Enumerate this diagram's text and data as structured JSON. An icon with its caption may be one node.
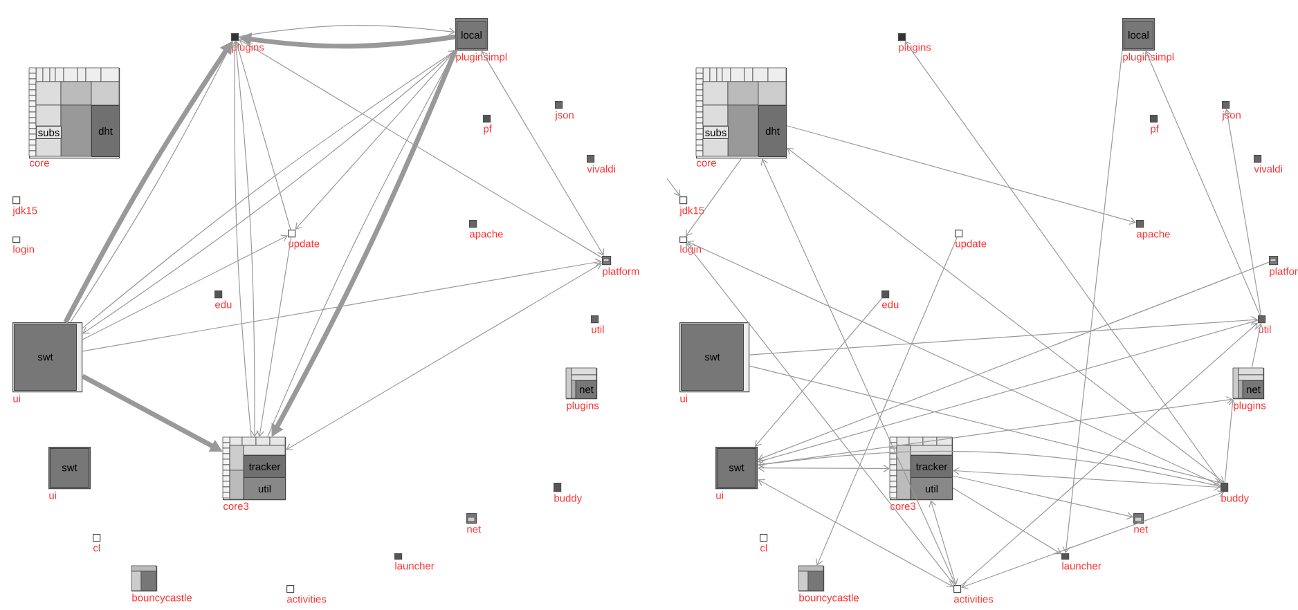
{
  "diagram": {
    "nodes": [
      {
        "text": [
          "plugins"
        ]
      },
      {
        "text": [
          "pluginsimpl"
        ]
      },
      {
        "text": [
          "local"
        ],
        "in": 1
      },
      {
        "text": [
          "core"
        ]
      },
      {
        "text": [
          "subs"
        ],
        "in": 3
      },
      {
        "text": [
          "dht"
        ],
        "in": 3
      },
      {
        "text": [
          "pf"
        ]
      },
      {
        "text": [
          "json"
        ]
      },
      {
        "text": [
          "vivaldi"
        ]
      },
      {
        "text": [
          "jdk15"
        ]
      },
      {
        "text": [
          "login"
        ]
      },
      {
        "text": [
          "update"
        ]
      },
      {
        "text": [
          "apache"
        ]
      },
      {
        "text": [
          "platform"
        ]
      },
      {
        "text": [
          "edu"
        ]
      },
      {
        "text": [
          "ui"
        ]
      },
      {
        "text": [
          "swt"
        ],
        "in": 15
      },
      {
        "text": [
          "util"
        ]
      },
      {
        "text": [
          "plugins"
        ]
      },
      {
        "text": [
          "net"
        ],
        "in": 18
      },
      {
        "text": [
          "ui"
        ]
      },
      {
        "text": [
          "swt"
        ],
        "in": 20
      },
      {
        "text": [
          "core3"
        ]
      },
      {
        "text": [
          "tracker"
        ],
        "in": 22
      },
      {
        "text": [
          "util"
        ],
        "in": 22
      },
      {
        "text": [
          "buddy"
        ]
      },
      {
        "text": [
          "net"
        ]
      },
      {
        "text": [
          "cl"
        ]
      },
      {
        "text": [
          "launcher"
        ]
      },
      {
        "text": [
          "bouncycastle"
        ]
      },
      {
        "text": [
          "activities"
        ]
      },
      {
        "text": [
          "plugins"
        ]
      },
      {
        "text": [
          "pluginsimpl"
        ]
      },
      {
        "text": [
          "local"
        ],
        "in": 32
      },
      {
        "text": [
          "core"
        ]
      },
      {
        "text": [
          "subs"
        ],
        "in": 34
      },
      {
        "text": [
          "dht"
        ],
        "in": 34
      },
      {
        "text": [
          "pf"
        ]
      },
      {
        "text": [
          "json"
        ]
      },
      {
        "text": [
          "vivaldi"
        ]
      },
      {
        "text": [
          "jdk15"
        ]
      },
      {
        "text": [
          "login"
        ]
      },
      {
        "text": [
          "update"
        ]
      },
      {
        "text": [
          "apache"
        ]
      },
      {
        "text": [
          "platfor"
        ]
      },
      {
        "text": [
          "edu"
        ]
      },
      {
        "text": [
          "ui"
        ]
      },
      {
        "text": [
          "swt"
        ],
        "in": 46
      },
      {
        "text": [
          "util"
        ]
      },
      {
        "text": [
          "plugins"
        ]
      },
      {
        "text": [
          "net"
        ],
        "in": 49
      },
      {
        "text": [
          "ui"
        ]
      },
      {
        "text": [
          "swt"
        ],
        "in": 51
      },
      {
        "text": [
          "core3"
        ]
      },
      {
        "text": [
          "tracker"
        ],
        "in": 53
      },
      {
        "text": [
          "util"
        ],
        "in": 53
      },
      {
        "text": [
          "buddy"
        ]
      },
      {
        "text": [
          "net"
        ]
      },
      {
        "text": [
          "cl"
        ]
      },
      {
        "text": [
          "launcher"
        ]
      },
      {
        "text": [
          "bouncycastle"
        ]
      },
      {
        "text": [
          "activities"
        ]
      }
    ],
    "edges": [
      {
        "from": 0,
        "to": 1,
        "arrow": "to"
      },
      {
        "from": 1,
        "to": 0,
        "arrow": "to",
        "style": "thick"
      },
      {
        "from": 15,
        "to": 0,
        "arrow": "to",
        "style": "thick"
      },
      {
        "from": 15,
        "to": 0,
        "arrow": "to"
      },
      {
        "from": 15,
        "to": 22,
        "arrow": "to",
        "style": "thick"
      },
      {
        "from": 1,
        "to": 22,
        "arrow": "to",
        "style": "thick"
      },
      {
        "from": 22,
        "to": 1,
        "arrow": "to"
      },
      {
        "from": 15,
        "to": 1,
        "arrow": "to"
      },
      {
        "from": 1,
        "to": 15,
        "arrow": "to"
      },
      {
        "from": 1,
        "to": 11,
        "arrow": "to"
      },
      {
        "from": 15,
        "to": 11,
        "arrow": "to"
      },
      {
        "from": 15,
        "to": 13,
        "arrow": "to"
      },
      {
        "from": 11,
        "to": 0,
        "arrow": "to"
      },
      {
        "from": 22,
        "to": 0,
        "arrow": "to"
      },
      {
        "from": 0,
        "to": 22,
        "arrow": "to"
      },
      {
        "from": 11,
        "to": 22,
        "arrow": "to"
      },
      {
        "from": 13,
        "to": 0,
        "arrow": "to"
      },
      {
        "from": 1,
        "to": 13,
        "arrow": "both"
      },
      {
        "from": 13,
        "to": 22,
        "arrow": "both"
      },
      {
        "from": 34,
        "to": 43,
        "arrow": "to"
      },
      {
        "from": null,
        "to": 40,
        "arrow": "to"
      },
      {
        "from": 34,
        "to": 41,
        "arrow": "to"
      },
      {
        "from": 56,
        "to": 34,
        "arrow": "both"
      },
      {
        "from": 61,
        "to": 34,
        "arrow": "to"
      },
      {
        "from": 56,
        "to": 31,
        "arrow": "to"
      },
      {
        "from": 32,
        "to": 59,
        "arrow": "to"
      },
      {
        "from": 48,
        "to": 32,
        "arrow": "to"
      },
      {
        "from": 48,
        "to": 38,
        "arrow": "to"
      },
      {
        "from": 42,
        "to": 60,
        "arrow": "to"
      },
      {
        "from": 44,
        "to": 51,
        "arrow": "to"
      },
      {
        "from": 46,
        "to": 48,
        "arrow": "to"
      },
      {
        "from": 46,
        "to": 56,
        "arrow": "to"
      },
      {
        "from": 61,
        "to": 41,
        "arrow": "to"
      },
      {
        "from": 56,
        "to": 41,
        "arrow": "to"
      },
      {
        "from": 45,
        "to": 51,
        "arrow": "to"
      },
      {
        "from": 51,
        "to": 61,
        "arrow": "both"
      },
      {
        "from": 53,
        "to": 56,
        "arrow": "both"
      },
      {
        "from": 53,
        "to": 57,
        "arrow": "to"
      },
      {
        "from": 53,
        "to": 59,
        "arrow": "to"
      },
      {
        "from": 61,
        "to": 53,
        "arrow": "both"
      },
      {
        "from": 61,
        "to": 56,
        "arrow": "both"
      },
      {
        "from": 61,
        "to": 48,
        "arrow": "to"
      },
      {
        "from": 56,
        "to": 49,
        "arrow": "to"
      },
      {
        "from": 49,
        "to": 48,
        "arrow": "to"
      },
      {
        "from": 51,
        "to": 49,
        "arrow": "to"
      },
      {
        "from": 48,
        "to": 51,
        "arrow": "to"
      },
      {
        "from": 56,
        "to": 51,
        "arrow": "to"
      },
      {
        "from": 53,
        "to": 51,
        "arrow": "both"
      }
    ]
  }
}
